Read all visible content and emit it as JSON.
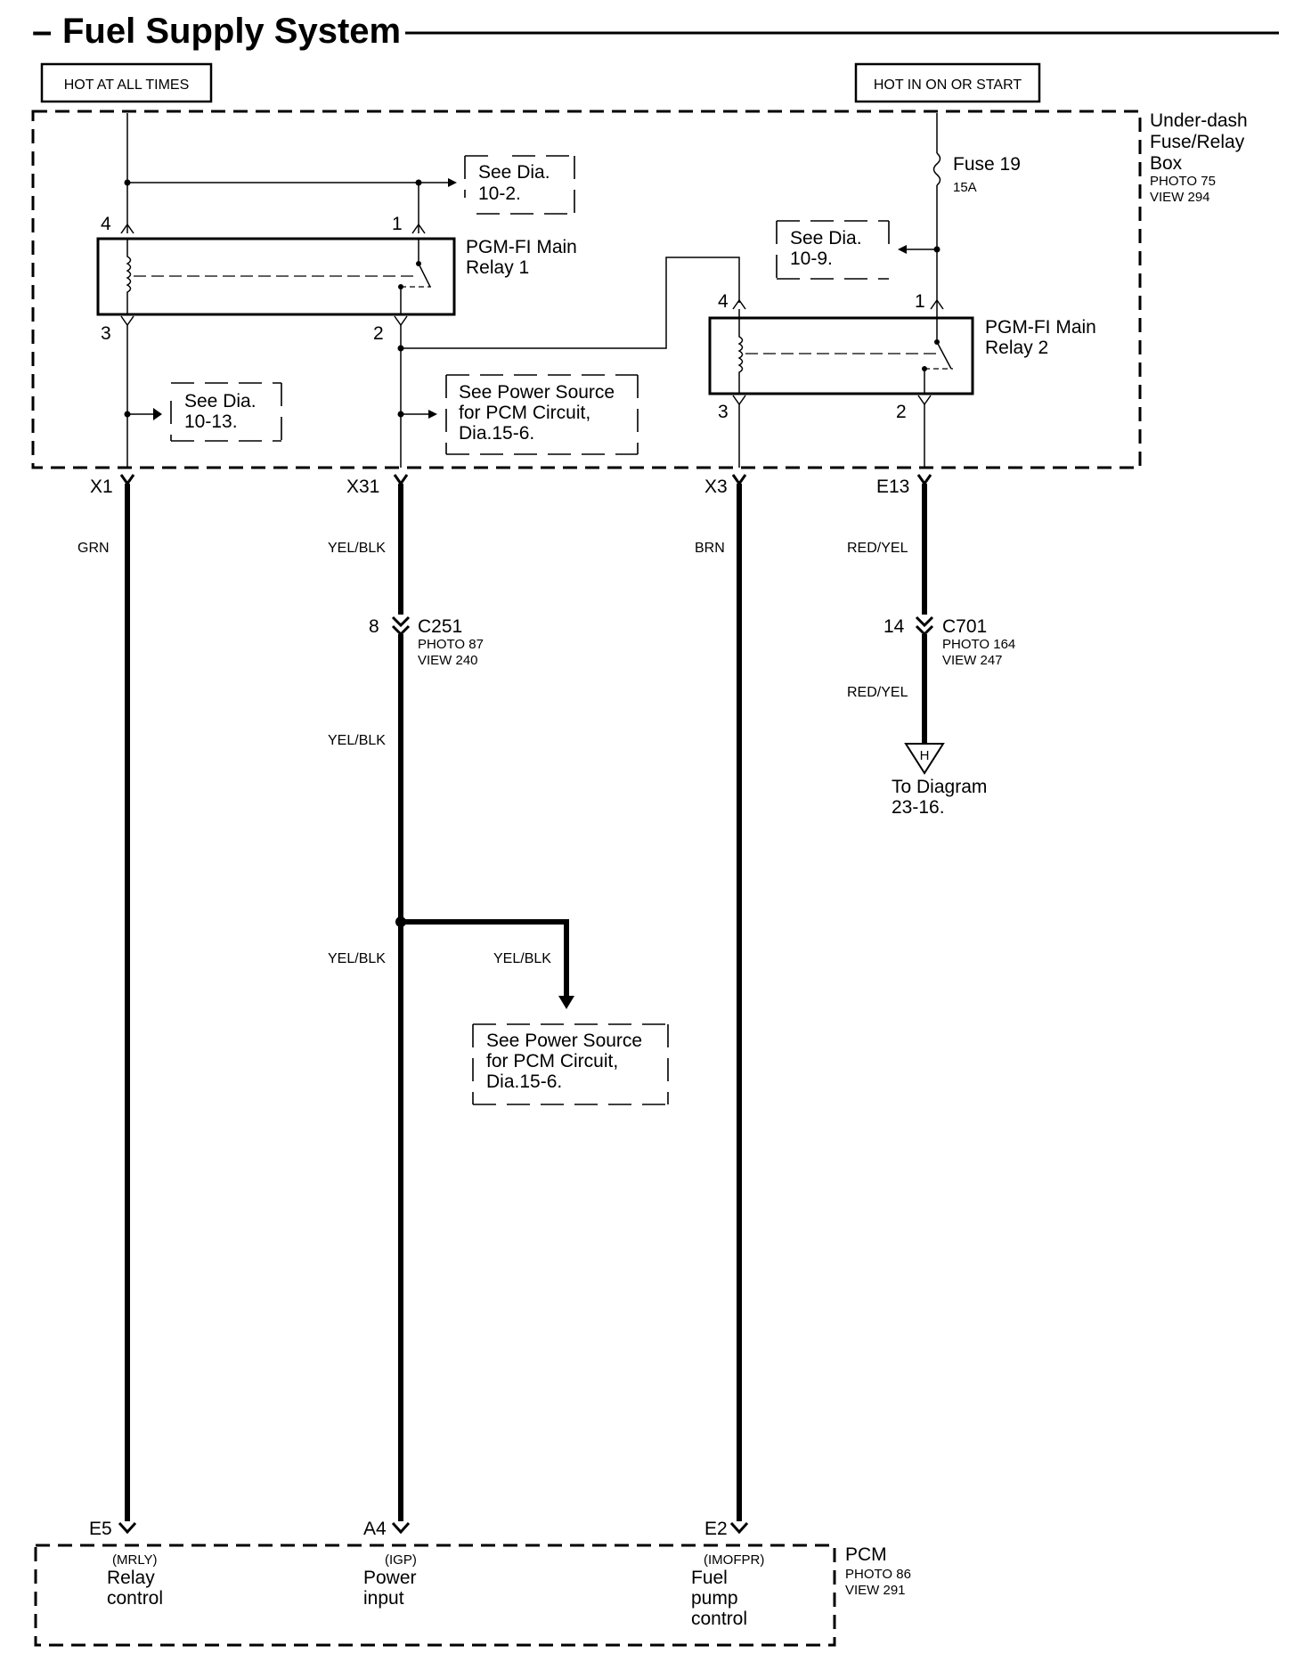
{
  "title": "Fuel Supply System",
  "title_dash": "–",
  "power_labels": {
    "hot_always": "HOT AT ALL TIMES",
    "hot_run": "HOT IN ON OR START"
  },
  "fuse_box": {
    "name_lines": [
      "Under-dash",
      "Fuse/Relay",
      "Box"
    ],
    "photo": "PHOTO 75",
    "view": "VIEW 294"
  },
  "fuse": {
    "name": "Fuse 19",
    "rating": "15A"
  },
  "relay1": {
    "name_line1": "PGM-FI Main",
    "name_line2": "Relay 1",
    "pins": [
      "4",
      "1",
      "3",
      "2"
    ]
  },
  "relay2": {
    "name_line1": "PGM-FI Main",
    "name_line2": "Relay 2",
    "pins": [
      "4",
      "1",
      "3",
      "2"
    ]
  },
  "refs": {
    "dia_10_2": [
      "See Dia.",
      "10-2."
    ],
    "dia_10_9": [
      "See Dia.",
      "10-9."
    ],
    "dia_10_13": [
      "See Dia.",
      "10-13."
    ],
    "power_source_1": [
      "See Power Source",
      "for PCM Circuit,",
      "Dia.15-6."
    ],
    "power_source_2": [
      "See Power Source",
      "for PCM Circuit,",
      "Dia.15-6."
    ]
  },
  "terminals_top": [
    "X1",
    "X31",
    "X3",
    "E13"
  ],
  "wires": {
    "x1": "GRN",
    "x31_a": "YEL/BLK",
    "x31_b": "YEL/BLK",
    "x31_c": "YEL/BLK",
    "branch": "YEL/BLK",
    "x3": "BRN",
    "e13_a": "RED/YEL",
    "e13_b": "RED/YEL"
  },
  "connectors": {
    "c251": {
      "pin": "8",
      "name": "C251",
      "photo": "PHOTO 87",
      "view": "VIEW 240"
    },
    "c701": {
      "pin": "14",
      "name": "C701",
      "photo": "PHOTO 164",
      "view": "VIEW 247"
    }
  },
  "offpage": {
    "letter": "H",
    "text_line1": "To Diagram",
    "text_line2": "23-16."
  },
  "pcm": {
    "name": "PCM",
    "photo": "PHOTO 86",
    "view": "VIEW 291",
    "terminals": [
      {
        "pin": "E5",
        "code": "(MRLY)",
        "lines": [
          "Relay",
          "control"
        ]
      },
      {
        "pin": "A4",
        "code": "(IGP)",
        "lines": [
          "Power",
          "input"
        ]
      },
      {
        "pin": "E2",
        "code": "(IMOFPR)",
        "lines": [
          "Fuel",
          "pump",
          "control"
        ]
      }
    ]
  }
}
